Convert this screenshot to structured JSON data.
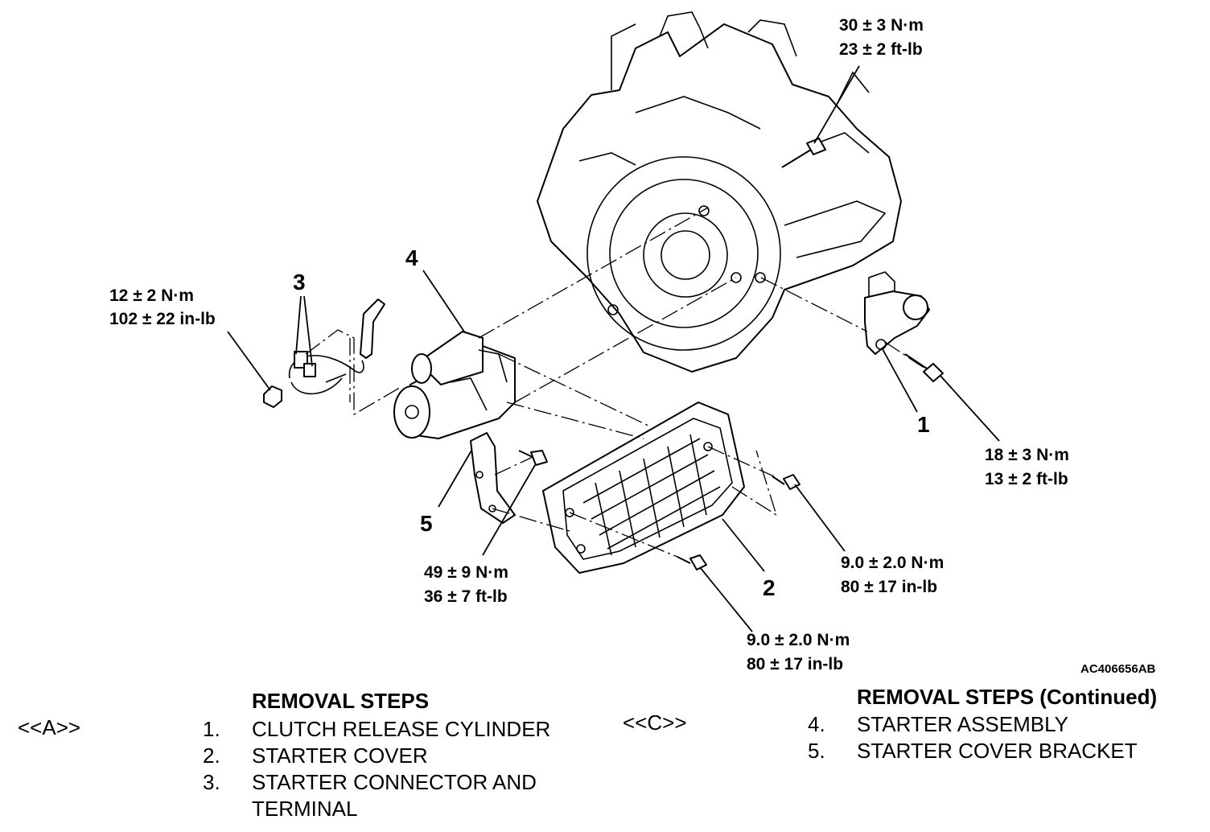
{
  "torque": {
    "t1": {
      "nm": "30 ± 3 N·m",
      "imp": "23 ± 2 ft-lb"
    },
    "t2": {
      "nm": "12 ± 2 N·m",
      "imp": "102 ± 22 in-lb"
    },
    "t3": {
      "nm": "18 ± 3 N·m",
      "imp": "13 ± 2 ft-lb"
    },
    "t4": {
      "nm": "9.0 ± 2.0 N·m",
      "imp": "80 ± 17 in-lb"
    },
    "t5": {
      "nm": "49 ± 9 N·m",
      "imp": "36 ± 7 ft-lb"
    },
    "t6": {
      "nm": "9.0 ± 2.0 N·m",
      "imp": "80 ± 17 in-lb"
    }
  },
  "callouts": {
    "c1": "1",
    "c2": "2",
    "c3": "3",
    "c4": "4",
    "c5": "5"
  },
  "figure_code": "AC406656AB",
  "steps_left": {
    "title": "REMOVAL STEPS",
    "marker_a": "<<A>>",
    "items": [
      {
        "num": "1.",
        "text": "CLUTCH RELEASE CYLINDER"
      },
      {
        "num": "2.",
        "text": "STARTER COVER"
      },
      {
        "num": "3.",
        "text": "STARTER CONNECTOR AND"
      },
      {
        "num": "",
        "text": "TERMINAL"
      }
    ]
  },
  "steps_right": {
    "title": "REMOVAL STEPS (Continued)",
    "marker_c": "<<C>>",
    "items": [
      {
        "num": "4.",
        "text": "STARTER ASSEMBLY"
      },
      {
        "num": "5.",
        "text": "STARTER COVER BRACKET"
      }
    ]
  }
}
